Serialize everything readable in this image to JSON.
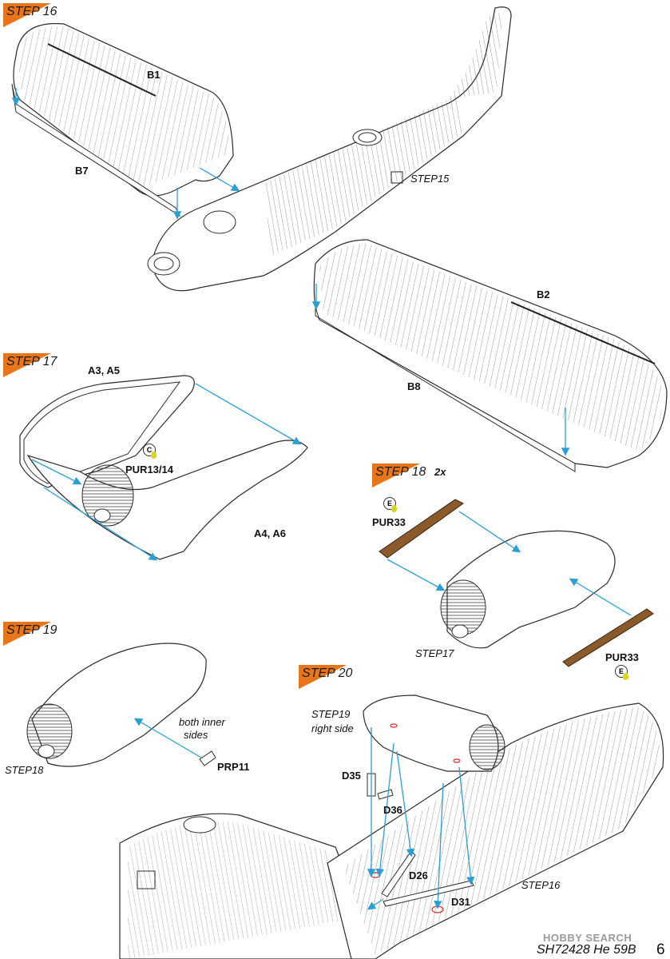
{
  "steps": [
    {
      "label": "STEP 16",
      "extra": ""
    },
    {
      "label": "STEP 17",
      "extra": ""
    },
    {
      "label": "STEP 18",
      "extra": "2x"
    },
    {
      "label": "STEP 19",
      "extra": ""
    },
    {
      "label": "STEP 20",
      "extra": ""
    }
  ],
  "parts": {
    "b1": "B1",
    "b7": "B7",
    "b2": "B2",
    "b8": "B8",
    "a3a5": "A3, A5",
    "a4a6": "A4, A6",
    "pur1314": "PUR13/14",
    "pur33_top": "PUR33",
    "pur33_bottom": "PUR33",
    "prp11": "PRP11",
    "d35": "D35",
    "d36": "D36",
    "d26": "D26",
    "d31": "D31"
  },
  "notes": {
    "step15_ref": "STEP15",
    "step17_ref": "STEP17",
    "step18_ref": "STEP18",
    "step16_ref": "STEP16",
    "both_inner_1": "both inner",
    "both_inner_2": "sides",
    "step19_ref_1": "STEP19",
    "step19_ref_2": "right side"
  },
  "badges": {
    "c": "C",
    "e1": "E",
    "e2": "E"
  },
  "footer": {
    "code": "SH72428 He 59B",
    "page": "6"
  },
  "watermark": "HOBBY SEARCH",
  "colors": {
    "step_tag": "#e8751a",
    "arrow": "#2a9fd6",
    "strut": "#8a5a2b",
    "paint_drop": "#d6d61e",
    "outline": "#2b2b2b"
  }
}
